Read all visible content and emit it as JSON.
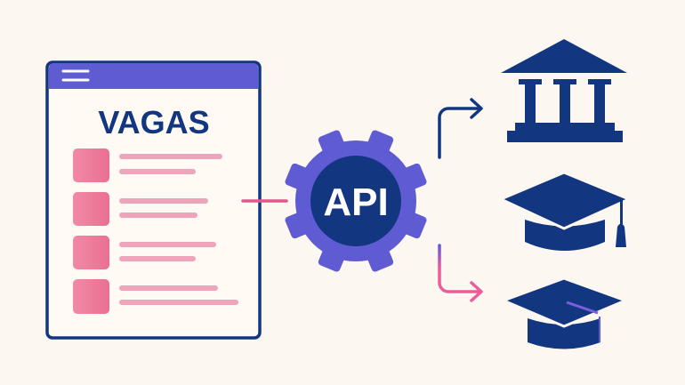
{
  "document": {
    "title": "VAGAS",
    "items_count": 4
  },
  "hub": {
    "label": "API"
  },
  "targets": [
    {
      "icon": "institution-building-icon"
    },
    {
      "icon": "graduation-cap-icon"
    },
    {
      "icon": "graduation-cap-icon"
    }
  ],
  "colors": {
    "background": "#fdf7f1",
    "navy": "#123680",
    "purple": "#5f5bd3",
    "pink": "#ec7a98",
    "pink_line": "#eea4ba"
  }
}
